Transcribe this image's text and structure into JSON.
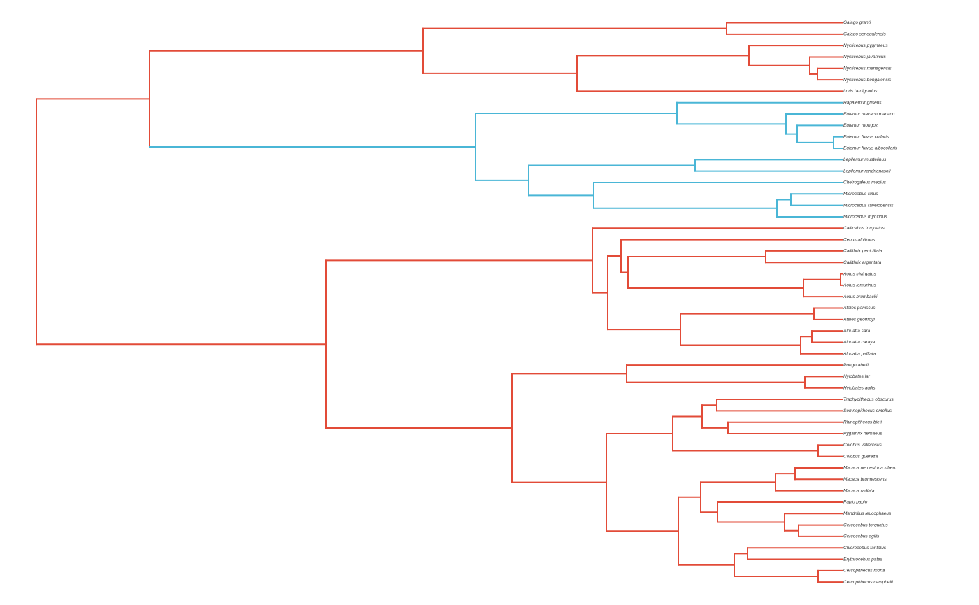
{
  "colors": {
    "red_clade": "#e24b38",
    "blue_clade": "#4ab6d6",
    "label": "#333333"
  },
  "tips": [
    "Galago granti",
    "Galago senegalensis",
    "Nycticebus pygmaeus",
    "Nycticebus javanicus",
    "Nycticebus menagensis",
    "Nycticebus bengalensis",
    "Loris tardigradus",
    "Hapalemur griseus",
    "Eulemur macaco macaco",
    "Eulemur mongoz",
    "Eulemur fulvus collaris",
    "Eulemur fulvus albocollaris",
    "Lepilemur mustelinus",
    "Lepilemur randrianasoli",
    "Cheirogaleus medius",
    "Microcebus rufus",
    "Microcebus ravelobensis",
    "Microcebus myoxinus",
    "Callicebus torquatus",
    "Cebus albifrons",
    "Callithrix penicillata",
    "Callithrix argentata",
    "Aotus trivirgatus",
    "Aotus lemurinus",
    "Aotus brumbacki",
    "Ateles paniscus",
    "Ateles geoffroyi",
    "Alouatta sara",
    "Alouatta caraya",
    "Alouatta palliata",
    "Pongo abelii",
    "Hylobates lar",
    "Hylobates agilis",
    "Trachypithecus obscurus",
    "Semnopithecus entellus",
    "Rhinopithecus bieti",
    "Pygathrix nemaeus",
    "Colobus vellerosus",
    "Colobus guereza",
    "Macaca nemestrina siberu",
    "Macaca brunnescens",
    "Macaca radiata",
    "Papio papio",
    "Mandrillus leucophaeus",
    "Cercocebus torquatus",
    "Cercocebus agilis",
    "Chlorocebus tantalus",
    "Erythrocebus patas",
    "Cercopithecus mona",
    "Cercopithecus campbelli"
  ],
  "tree": {
    "h": 0,
    "color": "red",
    "children": [
      {
        "h": 162,
        "color": "red",
        "children": [
          {
            "h": 391,
            "color": "red",
            "children": [
              {
                "h": 434,
                "children": [
                  {
                    "tip": 0
                  },
                  {
                    "tip": 1
                  }
                ]
              },
              {
                "h": 220,
                "children": [
                  {
                    "h": 246,
                    "children": [
                      {
                        "tip": 2
                      },
                      {
                        "h": 87,
                        "children": [
                          {
                            "tip": 3
                          },
                          {
                            "h": 11,
                            "children": [
                              {
                                "tip": 4
                              },
                              {
                                "tip": 5
                              }
                            ]
                          }
                        ]
                      }
                    ]
                  },
                  {
                    "tip": 6
                  }
                ]
              }
            ]
          },
          {
            "h": 466,
            "color": "blue",
            "children": [
              {
                "h": 288,
                "children": [
                  {
                    "tip": 7
                  },
                  {
                    "h": 156,
                    "children": [
                      {
                        "tip": 8
                      },
                      {
                        "h": 16,
                        "children": [
                          {
                            "tip": 9
                          },
                          {
                            "h": 52,
                            "children": [
                              {
                                "tip": 10
                              },
                              {
                                "tip": 11
                              }
                            ]
                          }
                        ]
                      }
                    ]
                  }
                ]
              },
              {
                "h": 76,
                "children": [
                  {
                    "h": 238,
                    "children": [
                      {
                        "tip": 12
                      },
                      {
                        "tip": 13
                      }
                    ]
                  },
                  {
                    "h": 93,
                    "children": [
                      {
                        "tip": 14
                      },
                      {
                        "h": 262,
                        "children": [
                          {
                            "h": 20,
                            "children": [
                              {
                                "tip": 15
                              },
                              {
                                "tip": 16
                              }
                            ]
                          },
                          {
                            "tip": 17
                          }
                        ]
                      }
                    ]
                  }
                ]
              }
            ]
          }
        ]
      },
      {
        "h": 414,
        "color": "red",
        "children": [
          {
            "h": 381,
            "children": [
              {
                "tip": 18
              },
              {
                "h": 22,
                "children": [
                  {
                    "h": 19,
                    "children": [
                      {
                        "tip": 19
                      },
                      {
                        "h": 10,
                        "children": [
                          {
                            "h": 197,
                            "children": [
                              {
                                "tip": 20
                              },
                              {
                                "tip": 21
                              }
                            ]
                          },
                          {
                            "h": 251,
                            "children": [
                              {
                                "h": 53,
                                "children": [
                                  {
                                    "tip": 22
                                  },
                                  {
                                    "tip": 23
                                  }
                                ]
                              },
                              {
                                "tip": 24
                              }
                            ]
                          }
                        ]
                      }
                    ]
                  },
                  {
                    "h": 104,
                    "children": [
                      {
                        "h": 191,
                        "children": [
                          {
                            "tip": 25
                          },
                          {
                            "tip": 26
                          }
                        ]
                      },
                      {
                        "h": 172,
                        "children": [
                          {
                            "h": 16,
                            "children": [
                              {
                                "tip": 27
                              },
                              {
                                "tip": 28
                              }
                            ]
                          },
                          {
                            "tip": 29
                          }
                        ]
                      }
                    ]
                  }
                ]
              }
            ]
          },
          {
            "h": 266,
            "children": [
              {
                "h": 164,
                "children": [
                  {
                    "tip": 30
                  },
                  {
                    "h": 255,
                    "children": [
                      {
                        "tip": 31
                      },
                      {
                        "tip": 32
                      }
                    ]
                  }
                ]
              },
              {
                "h": 135,
                "children": [
                  {
                    "h": 95,
                    "children": [
                      {
                        "h": 42,
                        "children": [
                          {
                            "h": 21,
                            "children": [
                              {
                                "tip": 33
                              },
                              {
                                "tip": 34
                              }
                            ]
                          },
                          {
                            "h": 37,
                            "children": [
                              {
                                "tip": 35
                              },
                              {
                                "tip": 36
                              }
                            ]
                          }
                        ]
                      },
                      {
                        "h": 208,
                        "children": [
                          {
                            "tip": 37
                          },
                          {
                            "tip": 38
                          }
                        ]
                      }
                    ]
                  },
                  {
                    "h": 103,
                    "children": [
                      {
                        "h": 32,
                        "children": [
                          {
                            "h": 107,
                            "children": [
                              {
                                "h": 28,
                                "children": [
                                  {
                                    "tip": 39
                                  },
                                  {
                                    "tip": 40
                                  }
                                ]
                              },
                              {
                                "tip": 41
                              }
                            ]
                          },
                          {
                            "h": 24,
                            "children": [
                              {
                                "tip": 42
                              },
                              {
                                "h": 96,
                                "children": [
                                  {
                                    "tip": 43
                                  },
                                  {
                                    "h": 20,
                                    "children": [
                                      {
                                        "tip": 44
                                      },
                                      {
                                        "tip": 45
                                      }
                                    ]
                                  }
                                ]
                              }
                            ]
                          }
                        ]
                      },
                      {
                        "h": 80,
                        "children": [
                          {
                            "h": 19,
                            "children": [
                              {
                                "tip": 46
                              },
                              {
                                "tip": 47
                              }
                            ]
                          },
                          {
                            "h": 120,
                            "children": [
                              {
                                "tip": 48
                              },
                              {
                                "tip": 49
                              }
                            ]
                          }
                        ]
                      }
                    ]
                  }
                ]
              }
            ]
          }
        ]
      }
    ]
  }
}
